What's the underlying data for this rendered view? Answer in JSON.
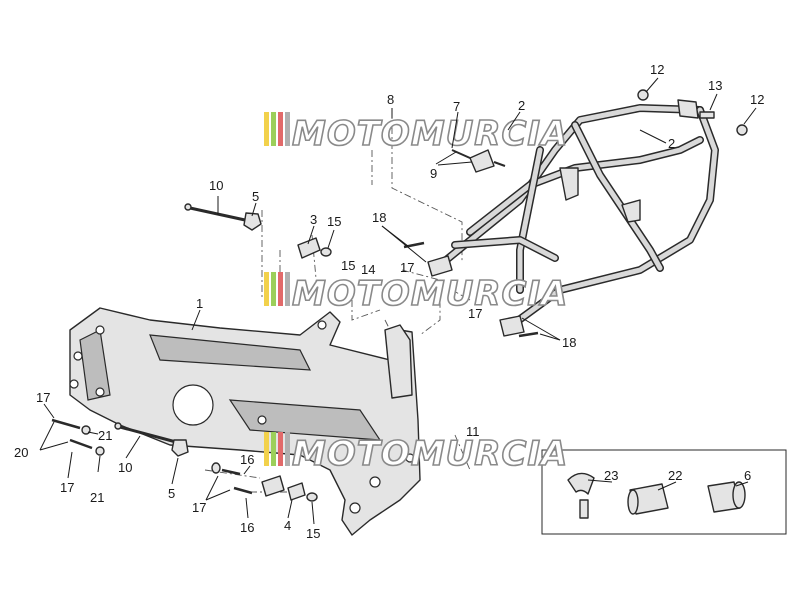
{
  "watermark": {
    "text": "MOTOMURCIA",
    "stripe_colors": [
      "#f2d14b",
      "#9ccf5a",
      "#e26a6a",
      "#b0b0b0"
    ]
  },
  "callouts": {
    "c1": "1",
    "c2a": "2",
    "c2b": "2",
    "c3": "3",
    "c4": "4",
    "c5a": "5",
    "c5b": "5",
    "c6": "6",
    "c7": "7",
    "c8": "8",
    "c9": "9",
    "c10a": "10",
    "c10b": "10",
    "c11": "11",
    "c12a": "12",
    "c12b": "12",
    "c13": "13",
    "c14": "14",
    "c15a": "15",
    "c15b": "15",
    "c15c": "15",
    "c16a": "16",
    "c16b": "16",
    "c17a": "17",
    "c17b": "17",
    "c17c": "17",
    "c17d": "17",
    "c17e": "17",
    "c18a": "18",
    "c18b": "18",
    "c20": "20",
    "c21a": "21",
    "c21b": "21",
    "c22": "22",
    "c23": "23"
  },
  "icons": {
    "frame": "main-frame-casting",
    "subframe": "rear-subframe",
    "bushings": "inset-bushing-kit"
  },
  "colors": {
    "line": "#2a2a2a",
    "part_fill": "#e4e4e4",
    "background": "#ffffff"
  }
}
